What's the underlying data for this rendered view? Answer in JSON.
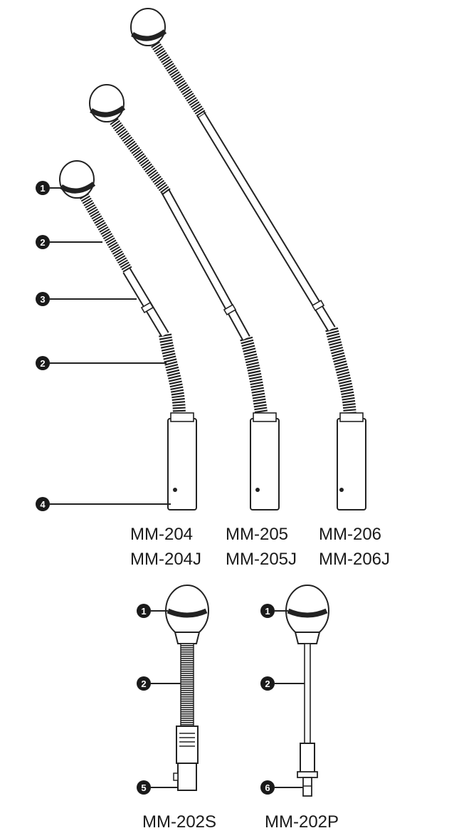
{
  "models": {
    "gooseneck_short": [
      "MM-204",
      "MM-204J"
    ],
    "gooseneck_medium": [
      "MM-205",
      "MM-205J"
    ],
    "gooseneck_long": [
      "MM-206",
      "MM-206J"
    ],
    "stem_xlr": "MM-202S",
    "stem_plug": "MM-202P"
  },
  "callouts": {
    "c1": "1",
    "c2": "2",
    "c3": "3",
    "c4": "4",
    "c5": "5",
    "c6": "6"
  },
  "colors": {
    "ink": "#1a1a1a",
    "paper": "#ffffff"
  }
}
